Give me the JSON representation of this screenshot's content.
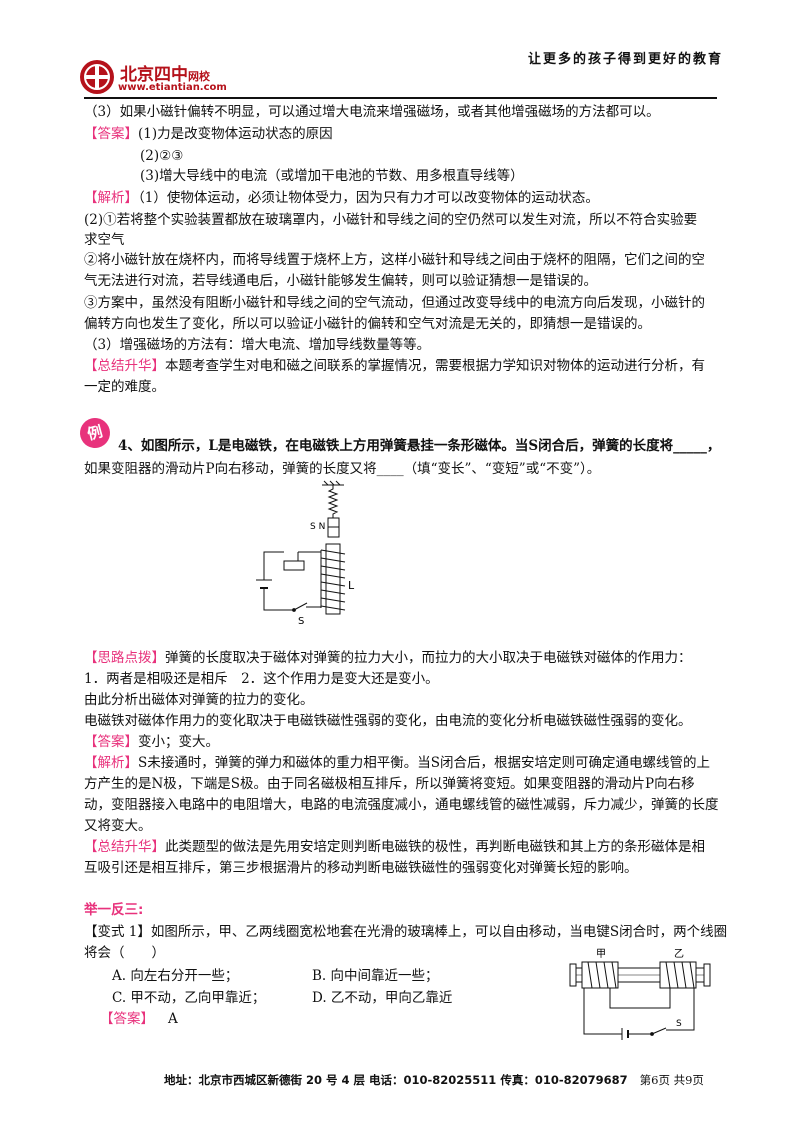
{
  "header": {
    "brand_cn": "北京四中",
    "brand_net": "网校",
    "brand_url": "www.etiantian.com",
    "slogan": "让更多的孩子得到更好的教育"
  },
  "section3": {
    "q3": "（3）如果小磁针偏转不明显，可以通过增大电流来增强磁场，或者其他增强磁场的方法都可以。",
    "answer_tag": "【答案】",
    "answer1": "(1)力是改变物体运动状态的原因",
    "answer2": "(2)②③",
    "answer3": "(3)增大导线中的电流（或增加干电池的节数、用多根直导线等）",
    "analysis_tag": "【解析】",
    "analysis1": "（1）使物体运动，必须让物体受力，因为只有力才可以改变物体的运动状态。",
    "analysis2a": "(2)①若将整个实验装置都放在玻璃罩内，小磁针和导线之间的空仍然可以发生对流，所以不符合实验要",
    "analysis2b": "求空气",
    "analysis3a": "②将小磁针放在烧杯内，而将导线置于烧杯上方，这样小磁针和导线之间由于烧杯的阻隔，它们之间的空",
    "analysis3b": "气无法进行对流，若导线通电后，小磁针能够发生偏转，则可以验证猜想一是错误的。",
    "analysis4a": "③方案中，虽然没有阻断小磁针和导线之间的空气流动，但通过改变导线中的电流方向后发现，小磁针的",
    "analysis4b": "偏转方向也发生了变化，所以可以验证小磁针的偏转和空气对流是无关的，即猜想一是错误的。",
    "analysis5": "（3）增强磁场的方法有：增大电流、增加导线数量等等。",
    "summary_tag": "【总结升华】",
    "summary1": "本题考查学生对电和磁之间联系的掌握情况，需要根据力学知识对物体的运动进行分析，有",
    "summary2": "一定的难度。"
  },
  "example4": {
    "badge": "例",
    "q_line1": "4、如图所示，L是电磁铁，在电磁铁上方用弹簧悬挂一条形磁体。当S闭合后，弹簧的长度将_____，",
    "q_line2": "如果变阻器的滑动片P向右移动，弹簧的长度又将____（填“变长”、“变短”或“不变”）。",
    "fig_label_L": "L",
    "fig_label_S": "S",
    "fig_label_SN": "S N",
    "hint_tag": "【思路点拨】",
    "hint1": "弹簧的长度取决于磁体对弹簧的拉力大小，而拉力的大小取决于电磁铁对磁体的作用力：",
    "hint2": "1．两者是相吸还是相斥　2．这个作用力是变大还是变小。",
    "hint3": "由此分析出磁体对弹簧的拉力的变化。",
    "hint4": "电磁铁对磁体作用力的变化取决于电磁铁磁性强弱的变化，由电流的变化分析电磁铁磁性强弱的变化。",
    "answer_tag": "【答案】",
    "answer": "变小；变大。",
    "analysis_tag": "【解析】",
    "analysis1": "S未接通时，弹簧的弹力和磁体的重力相平衡。当S闭合后，根据安培定则可确定通电螺线管的上",
    "analysis2": "方产生的是N极，下端是S极。由于同名磁极相互排斥，所以弹簧将变短。如果变阻器的滑动片P向右移",
    "analysis3": "动，变阻器接入电路中的电阻增大，电路的电流强度减小，通电螺线管的磁性减弱，斥力减少，弹簧的长度",
    "analysis4": "又将变大。",
    "summary_tag": "【总结升华】",
    "summary1": "此类题型的做法是先用安培定则判断电磁铁的极性，再判断电磁铁和其上方的条形磁体是相",
    "summary2": "互吸引还是相互排斥，第三步根据滑片的移动判断电磁铁磁性的强弱变化对弹簧长短的影响。"
  },
  "variant": {
    "heading": "举一反三:",
    "tag": "【变式 1】",
    "q1": "如图所示，甲、乙两线圈宽松地套在光滑的玻璃棒上，可以自由移动，当电键S闭合时，两个线圈",
    "q2": "将会（　　）",
    "optA": "A. 向左右分开一些；",
    "optB": "B. 向中间靠近一些；",
    "optC": "C. 甲不动，乙向甲靠近；",
    "optD": "D. 乙不动，甲向乙靠近",
    "answer_tag": "【答案】",
    "answer": "A",
    "fig_label_jia": "甲",
    "fig_label_yi": "乙",
    "fig_label_S": "S"
  },
  "footer": {
    "address": "地址：北京市西城区新德街 20 号 4 层  电话：010-82025511  传真：010-82079687",
    "page": "第6页  共9页"
  },
  "colors": {
    "tag": "#e8327c",
    "brand": "#b5121b"
  }
}
